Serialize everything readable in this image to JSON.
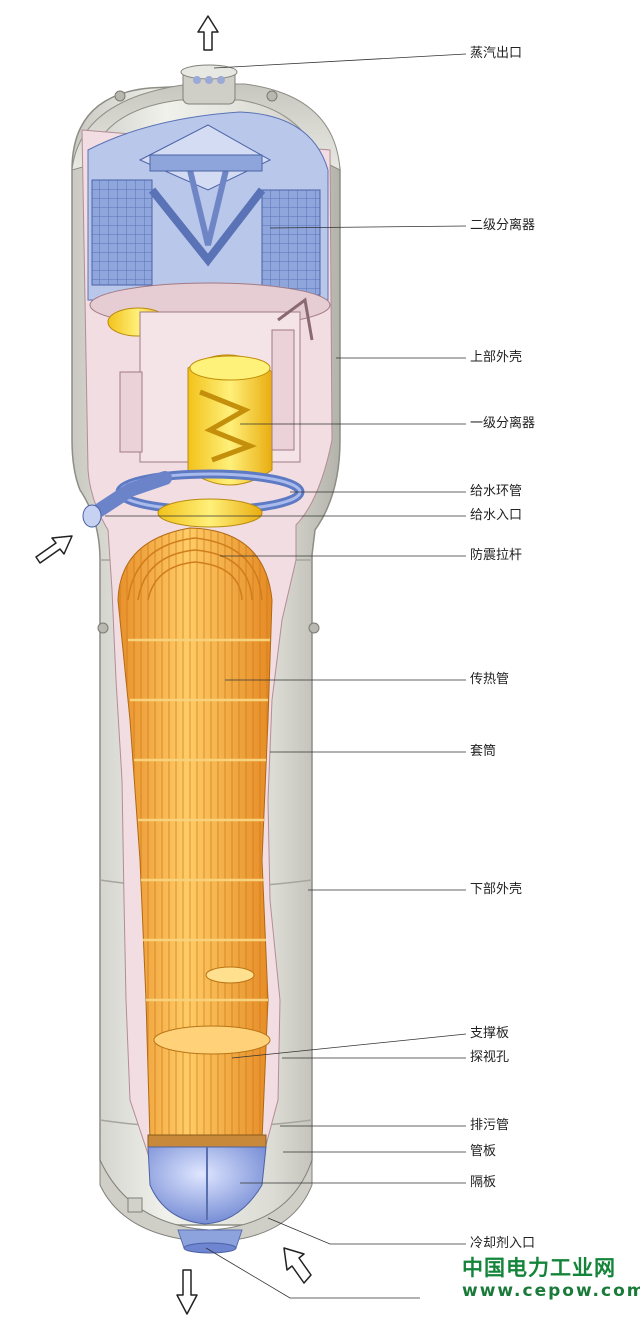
{
  "labels": {
    "steam_outlet": "蒸汽出口",
    "secondary_separator": "二级分离器",
    "upper_shell": "上部外壳",
    "primary_separator": "一级分离器",
    "feedwater_ring": "给水环管",
    "feedwater_inlet": "给水入口",
    "anti_vibration_bar": "防震拉杆",
    "heat_transfer_tubes": "传热管",
    "wrapper": "套筒",
    "lower_shell": "下部外壳",
    "support_plate": "支撑板",
    "inspection_hole": "探视孔",
    "blowdown_pipe": "排污管",
    "tube_sheet": "管板",
    "partition_plate": "隔板",
    "coolant_inlet": "冷却剂入口"
  },
  "watermark": {
    "name": "中国电力工业网",
    "url": "www.cepow.com"
  },
  "colors": {
    "shell": "#dcdcd6",
    "shell_shadow": "#b9b9b2",
    "inner_pink": "#f0dce0",
    "tube_orange": "#f0a838",
    "tube_light": "#ffd070",
    "separator_blue": "#7f9ed8",
    "inlet_blue": "#9fb4ee",
    "watermark_green": "#14843a"
  }
}
